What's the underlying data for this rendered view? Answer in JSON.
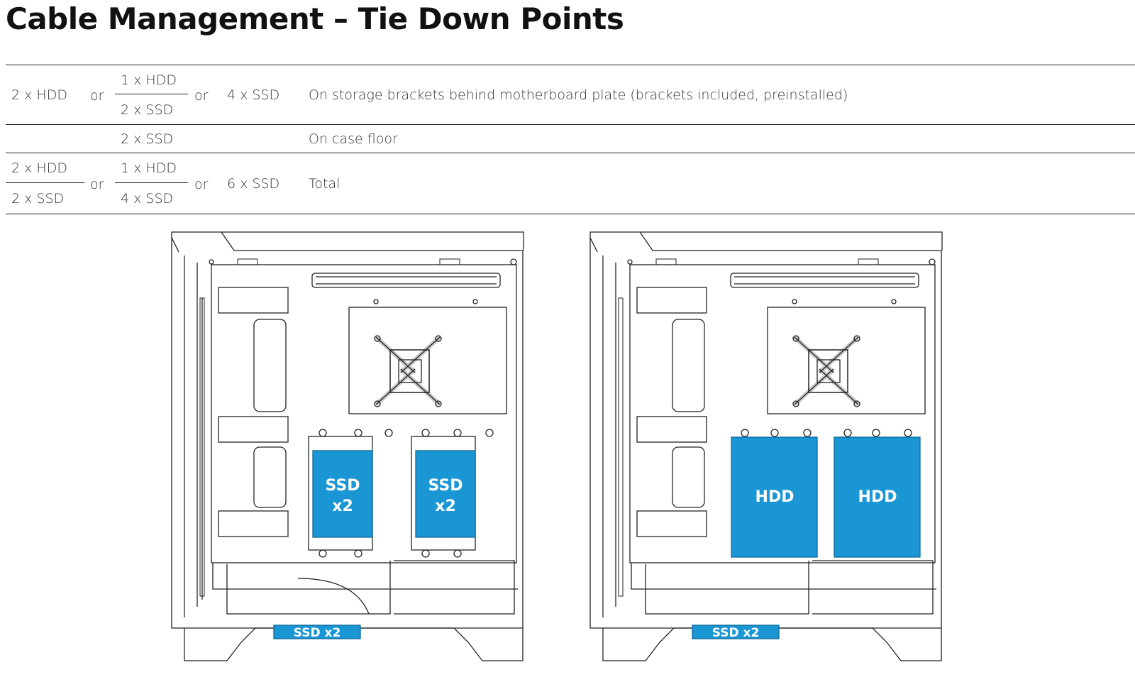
{
  "title": "Cable Management – Tie Down Points",
  "table": {
    "rows": [
      {
        "col1": "2 x HDD",
        "or1": "or",
        "col2_top": "1 x HDD",
        "col2_bottom": "2 x SSD",
        "or2": "or",
        "col3": "4 x SSD",
        "description": "On storage brackets behind motherboard plate (brackets included, preinstalled)"
      },
      {
        "col2": "2 x SSD",
        "description": "On case floor"
      },
      {
        "col1_top": "2 x HDD",
        "col1_bottom": "2 x SSD",
        "or1": "or",
        "col2_top": "1 x HDD",
        "col2_bottom": "4 x SSD",
        "or2": "or",
        "col3": "6 x SSD",
        "description": "Total"
      }
    ]
  },
  "diagrams": {
    "left": {
      "bays": [
        {
          "line1": "SSD",
          "line2": "x2"
        },
        {
          "line1": "SSD",
          "line2": "x2"
        }
      ],
      "floor_label": "SSD x2"
    },
    "right": {
      "bays": [
        {
          "label": "HDD"
        },
        {
          "label": "HDD"
        }
      ],
      "floor_label": "SSD x2"
    }
  },
  "colors": {
    "accent": "#1a96d4",
    "line": "#222222"
  }
}
